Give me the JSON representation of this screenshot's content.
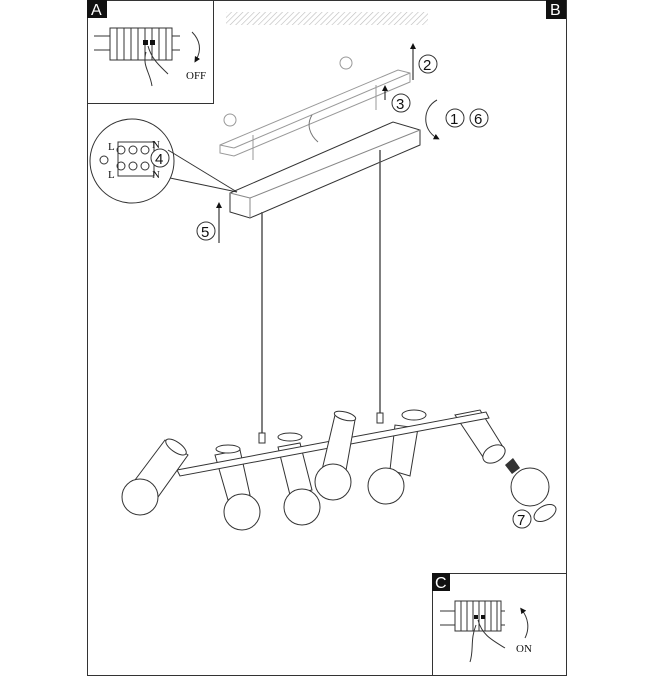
{
  "panels": {
    "a": {
      "label": "A",
      "switch_text": "OFF"
    },
    "b": {
      "label": "B"
    },
    "c": {
      "label": "C",
      "switch_text": "ON"
    }
  },
  "terminal": {
    "top_left": "L",
    "top_right": "N",
    "bottom_left": "L",
    "bottom_right": "N"
  },
  "steps": [
    "1",
    "2",
    "3",
    "4",
    "5",
    "6",
    "7"
  ]
}
